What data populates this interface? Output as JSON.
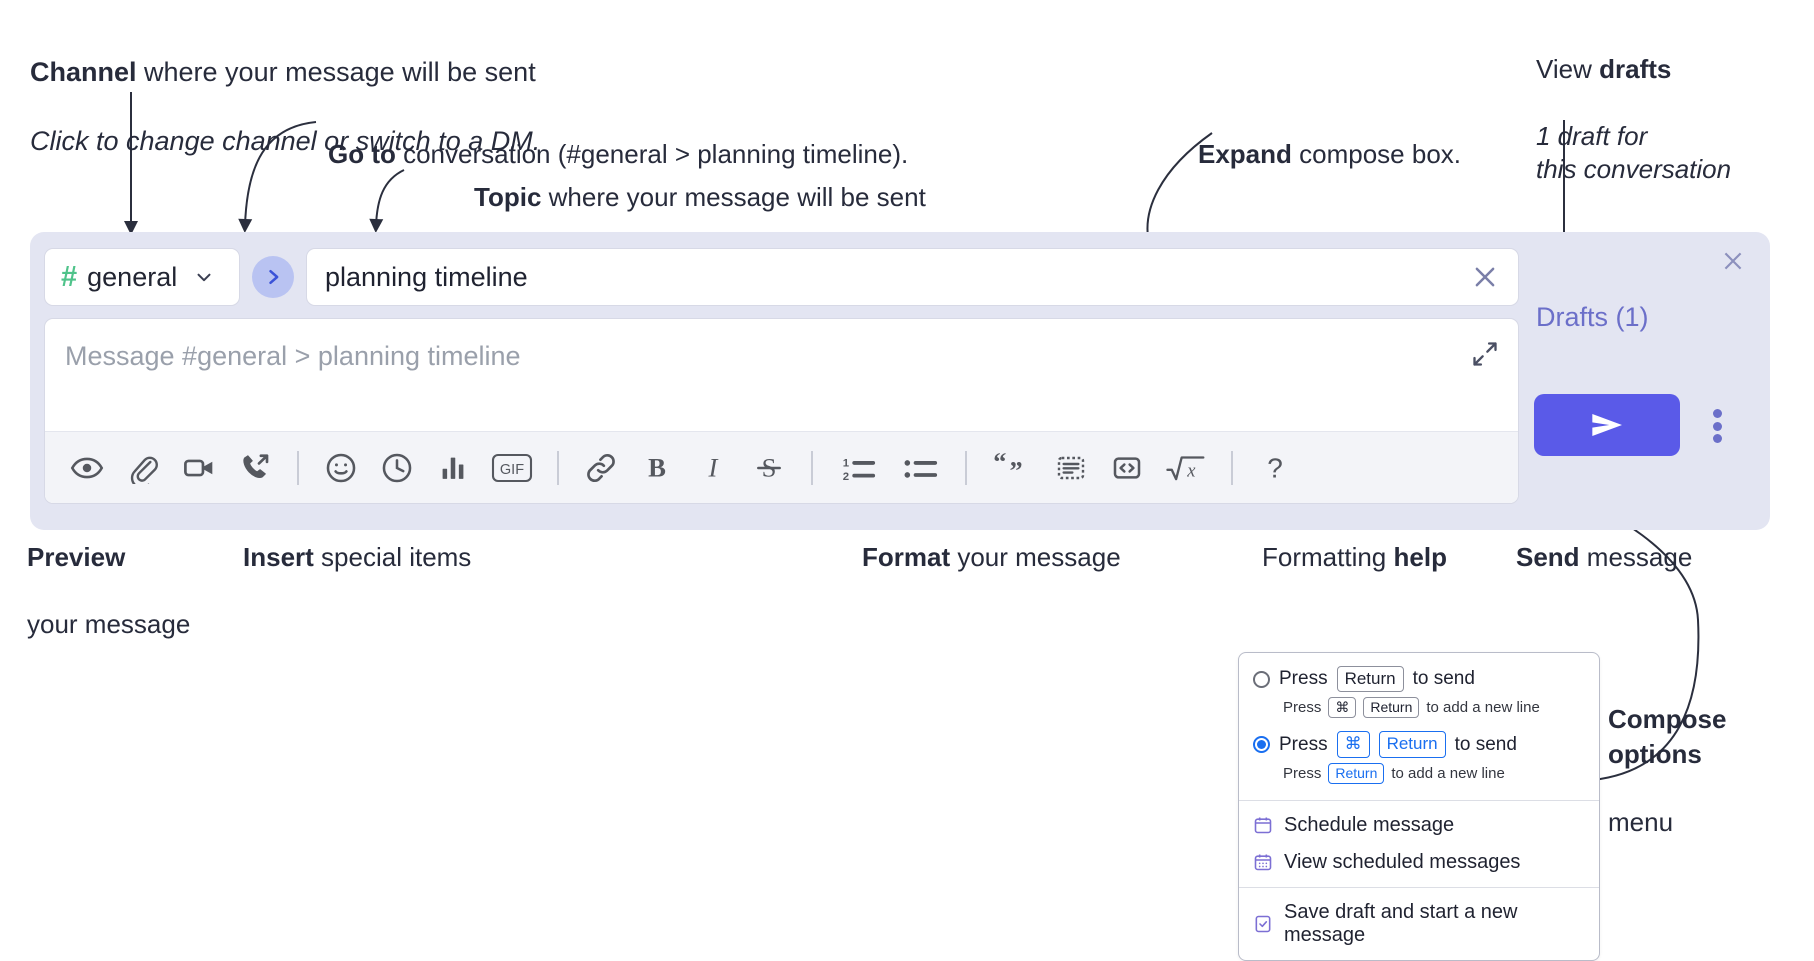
{
  "annotations": {
    "channel": {
      "bold": "Channel",
      "rest": " where your message will be sent",
      "italic": "Click to change channel or switch to a DM."
    },
    "goto": {
      "bold": "Go to",
      "rest": " conversation (#general > planning timeline)."
    },
    "topic": {
      "bold": "Topic",
      "rest": " where your message will be sent"
    },
    "expand": {
      "bold": "Expand",
      "rest": " compose box."
    },
    "drafts": {
      "bold_prefix": "View ",
      "bold": "drafts",
      "italic": "1 draft for\nthis conversation"
    },
    "preview": {
      "bold": "Preview",
      "rest": "your message"
    },
    "insert": {
      "bold": "Insert",
      "rest": " special items"
    },
    "format": {
      "bold": "Format",
      "rest": " your message"
    },
    "help": {
      "prefix": "Formatting ",
      "bold": "help"
    },
    "send": {
      "bold": "Send",
      "rest": " message"
    },
    "compose_options": {
      "bold": "Compose\noptions",
      "rest": "menu"
    }
  },
  "compose": {
    "channel": {
      "hash": "#",
      "name": "general",
      "chevron_icon": "chevron-down-icon"
    },
    "goto_icon": "chevron-right-icon",
    "topic": {
      "value": "planning timeline",
      "clear_icon": "close-icon"
    },
    "message": {
      "placeholder": "Message #general > planning timeline",
      "value": ""
    },
    "expand_icon": "expand-diagonal-icon",
    "panel_close_icon": "close-icon",
    "drafts_label": "Drafts (1)",
    "send_icon": "send-paper-plane-icon",
    "kebab_icon": "more-vertical-icon",
    "toolbar": [
      {
        "name": "preview-icon",
        "glyph": "eye"
      },
      {
        "name": "attachment-icon",
        "glyph": "paperclip"
      },
      {
        "name": "video-clip-icon",
        "glyph": "video"
      },
      {
        "name": "audio-clip-icon",
        "glyph": "phone"
      },
      {
        "separator": true
      },
      {
        "name": "emoji-icon",
        "glyph": "smiley"
      },
      {
        "name": "schedule-clock-icon",
        "glyph": "clock"
      },
      {
        "name": "poll-bars-icon",
        "glyph": "bars"
      },
      {
        "name": "gif-icon",
        "glyph": "gif",
        "label": "GIF"
      },
      {
        "separator": true
      },
      {
        "name": "link-icon",
        "glyph": "link"
      },
      {
        "name": "bold-icon",
        "glyph": "bold",
        "label": "B"
      },
      {
        "name": "italic-icon",
        "glyph": "italic",
        "label": "I"
      },
      {
        "name": "strikethrough-icon",
        "glyph": "strike"
      },
      {
        "separator": true
      },
      {
        "name": "ordered-list-icon",
        "glyph": "olist"
      },
      {
        "name": "bulleted-list-icon",
        "glyph": "ulist"
      },
      {
        "separator": true
      },
      {
        "name": "blockquote-icon",
        "glyph": "quote"
      },
      {
        "name": "code-block-icon",
        "glyph": "codeblock"
      },
      {
        "name": "inline-code-icon",
        "glyph": "code"
      },
      {
        "name": "math-icon",
        "glyph": "math"
      },
      {
        "separator": true
      },
      {
        "name": "formatting-help-icon",
        "glyph": "question",
        "label": "?"
      }
    ]
  },
  "options_menu": {
    "send_modes": [
      {
        "selected": false,
        "press": "Press",
        "key": "Return",
        "suffix": "to send",
        "sub_press": "Press",
        "sub_keys": [
          "⌘",
          "Return"
        ],
        "sub_suffix": "to add a new line",
        "sub_keys_highlighted": false
      },
      {
        "selected": true,
        "press": "Press",
        "keys": [
          "⌘",
          "Return"
        ],
        "suffix": "to send",
        "sub_press": "Press",
        "sub_keys": [
          "Return"
        ],
        "sub_suffix": "to add a new line",
        "sub_keys_highlighted": true
      }
    ],
    "items": [
      {
        "label": "Schedule message",
        "icon": "calendar-clock-icon",
        "group": 1
      },
      {
        "label": "View scheduled messages",
        "icon": "calendar-grid-icon",
        "group": 1
      },
      {
        "label": "Save draft and start a new message",
        "icon": "document-check-icon",
        "group": 2
      }
    ]
  },
  "colors": {
    "panel_bg": "#e3e5f2",
    "send_button": "#5a5ae8",
    "hash_green": "#4fc38a",
    "drafts_purple": "#6b6fc9",
    "goto_circle": "#b9c3f2",
    "radio_blue": "#1a6ff0",
    "menu_icon_purple": "#7c6fd4"
  }
}
